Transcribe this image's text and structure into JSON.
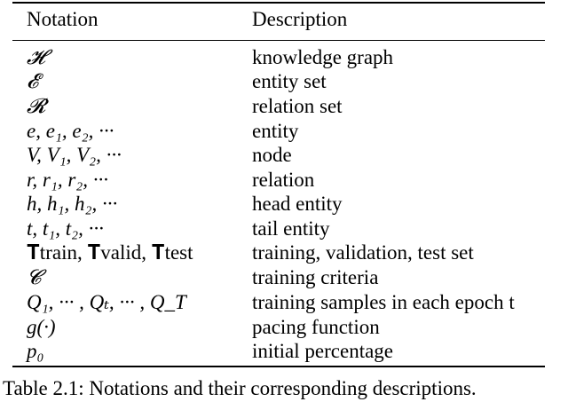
{
  "table": {
    "headers": {
      "notation": "Notation",
      "description": "Description"
    },
    "rows": [
      {
        "notation": "𝓗",
        "description": "knowledge graph"
      },
      {
        "notation": "𝓔",
        "description": "entity set"
      },
      {
        "notation": "𝓡",
        "description": "relation set"
      },
      {
        "notation": "e, e₁, e₂, ···",
        "description": "entity"
      },
      {
        "notation": "V, V₁, V₂, ···",
        "description": "node"
      },
      {
        "notation": "r, r₁, r₂, ···",
        "description": "relation"
      },
      {
        "notation": "h, h₁, h₂, ···",
        "description": "head entity"
      },
      {
        "notation": "t, t₁, t₂, ···",
        "description": "tail entity"
      },
      {
        "notation": "𝐓train, 𝐓valid, 𝐓test",
        "description": "training, validation, test set"
      },
      {
        "notation": "𝓒",
        "description": "training criteria"
      },
      {
        "notation": "Q₁, ··· , Qₜ, ··· , Q_T",
        "description": "training samples in each epoch t"
      },
      {
        "notation": "g(·)",
        "description": "pacing function"
      },
      {
        "notation": "p₀",
        "description": "initial percentage"
      }
    ]
  },
  "caption": "Table 2.1: Notations and their corresponding descriptions."
}
